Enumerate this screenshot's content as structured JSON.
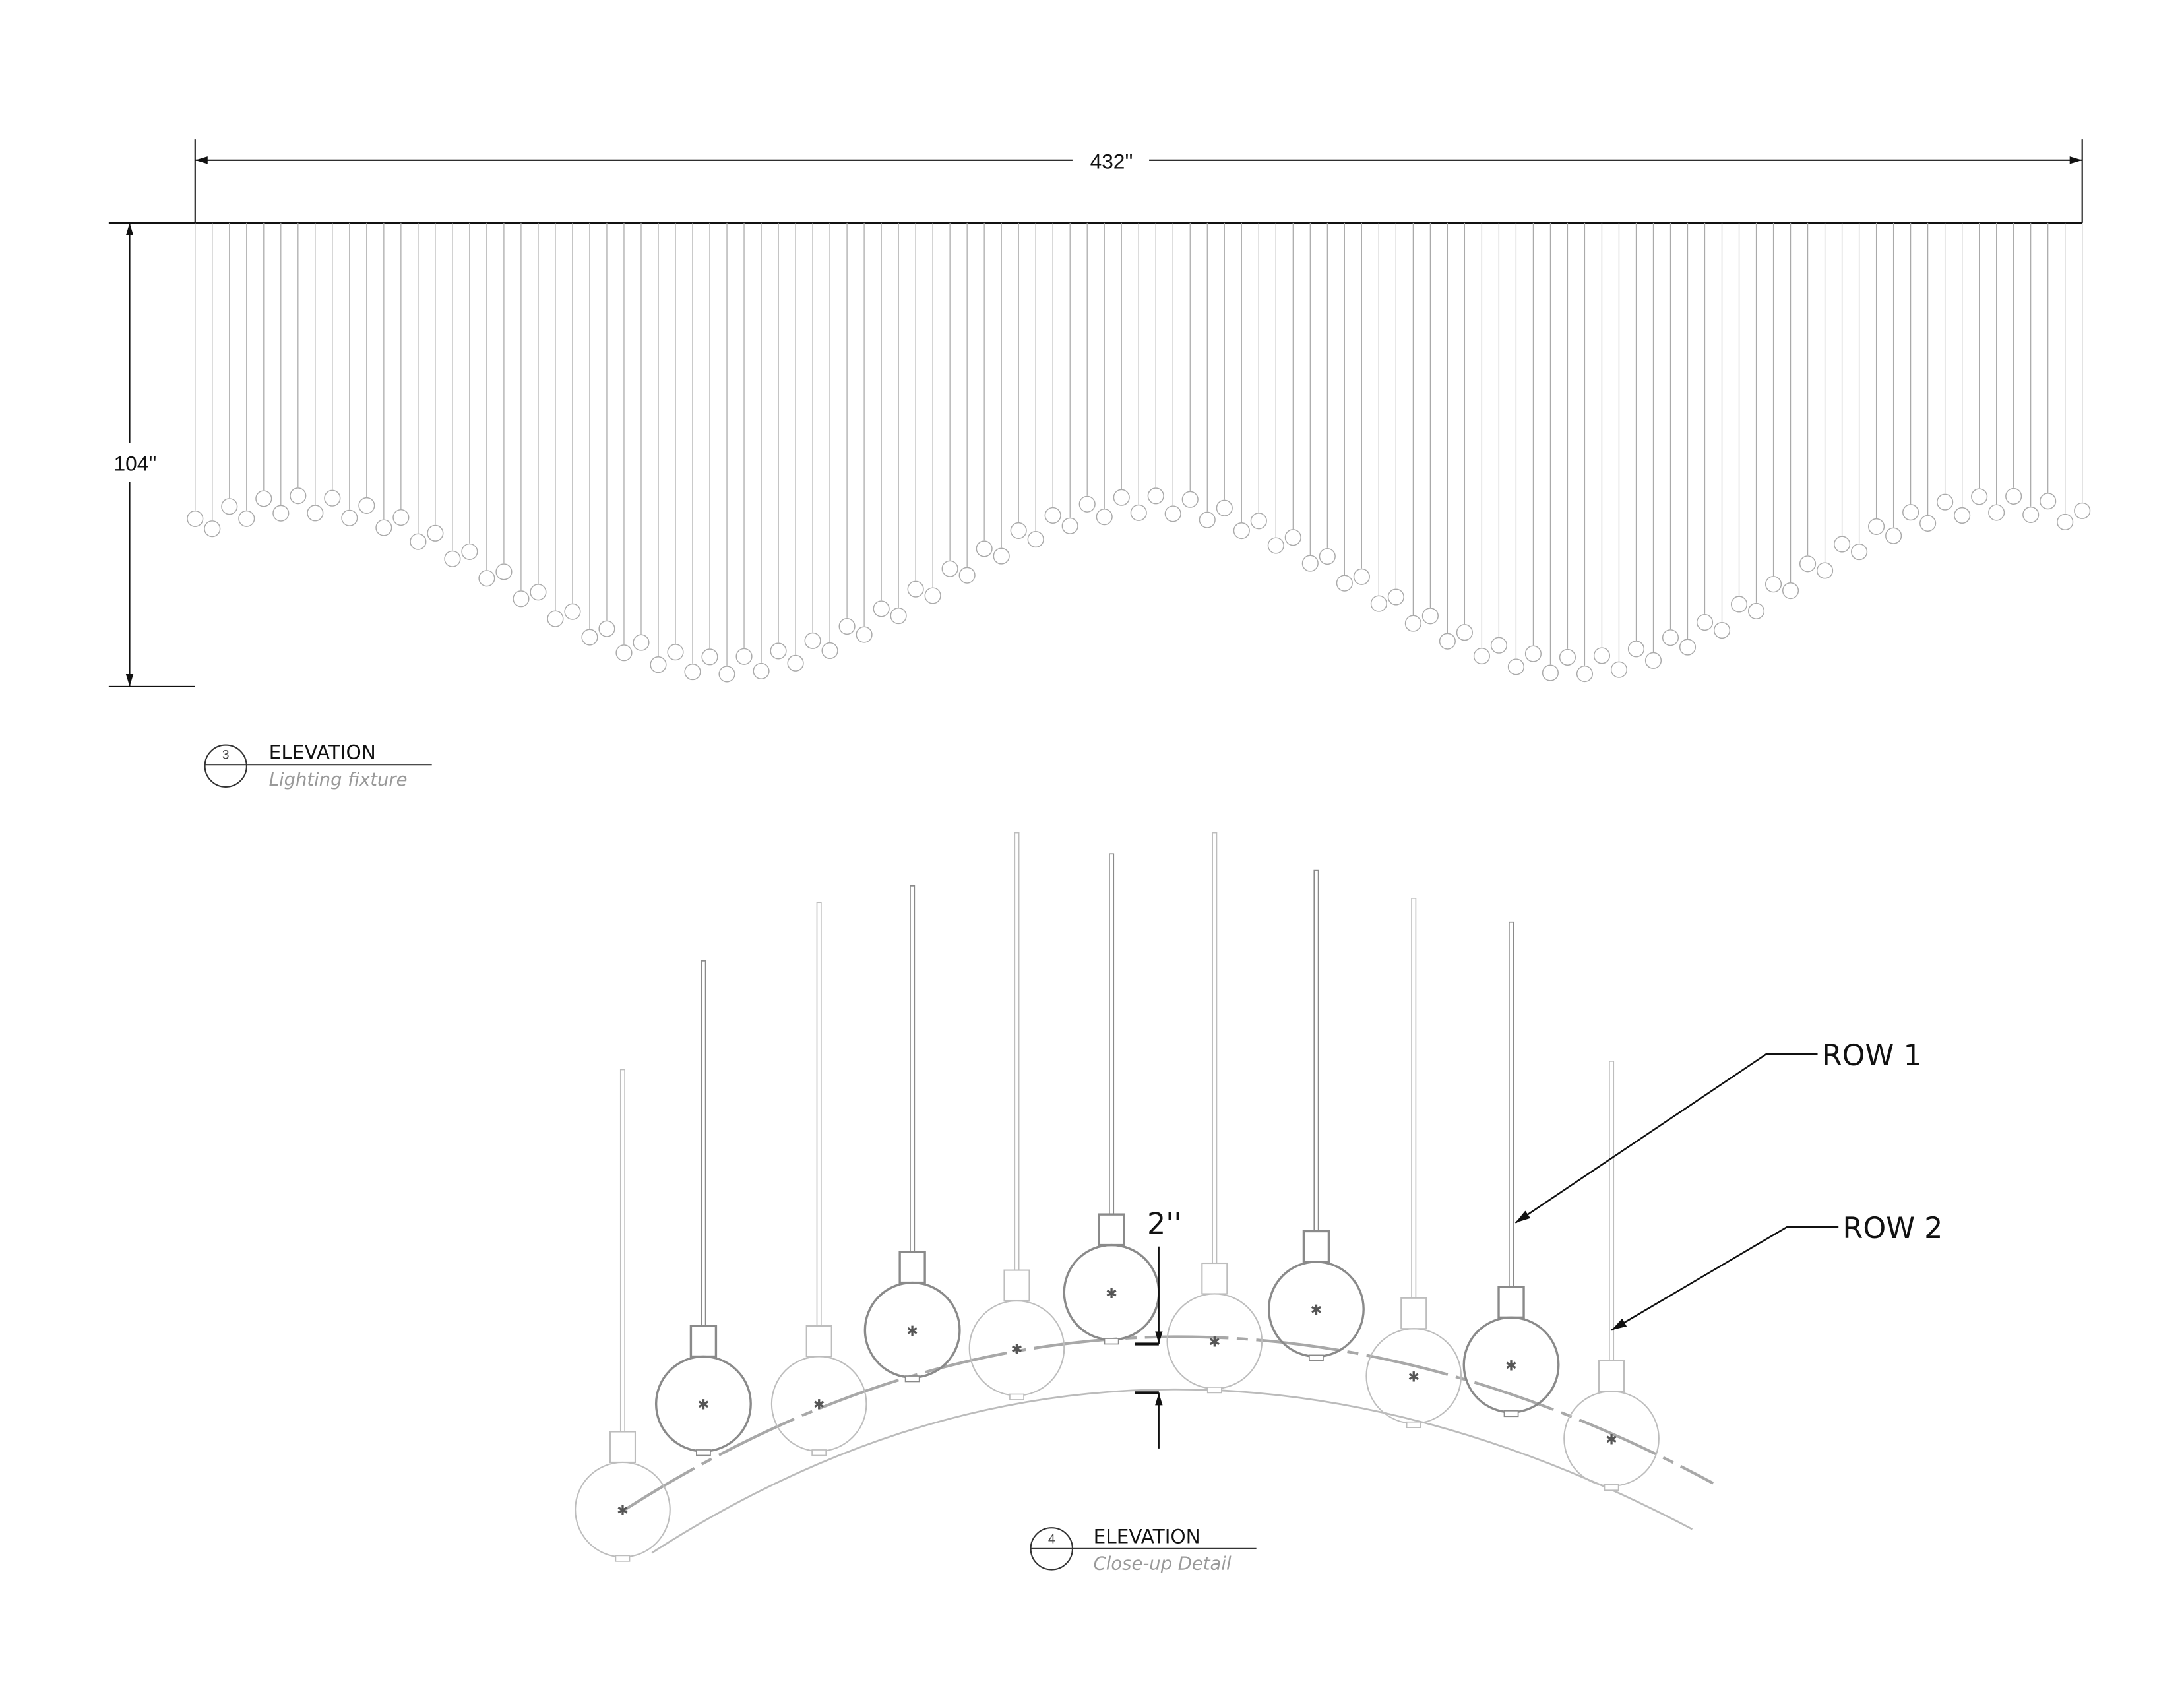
{
  "drawing_top": {
    "width_dimension": "432''",
    "height_dimension": "104''",
    "callout_number": "3",
    "callout_title": "ELEVATION",
    "callout_subtitle": "Lighting fixture"
  },
  "drawing_detail": {
    "gap_dimension": "2''",
    "row1_label": "ROW 1",
    "row2_label": "ROW 2",
    "callout_number": "4",
    "callout_title": "ELEVATION",
    "callout_subtitle": "Close-up Detail"
  },
  "colors": {
    "line": "#111111",
    "row1": "#8a8a8a",
    "row2": "#bdbdbd",
    "subtitle": "#999999"
  }
}
